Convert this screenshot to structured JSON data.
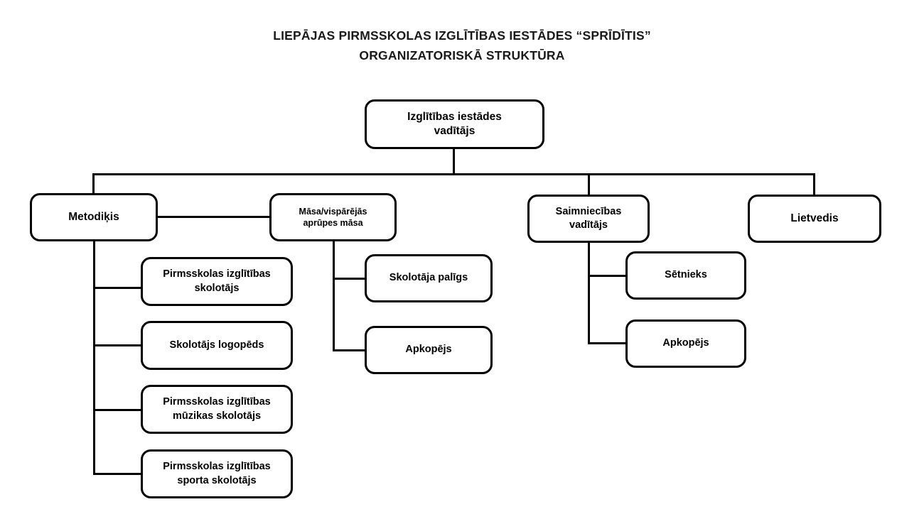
{
  "title": {
    "line1": "LIEPĀJAS PIRMSSKOLAS IZGLĪTĪBAS IESTĀDES “SPRĪDĪTIS”",
    "line2": "ORGANIZATORISKĀ STRUKTŪRA"
  },
  "colors": {
    "box_border": "#000000",
    "box_fill": "#ffffff",
    "connector": "#000000",
    "text": "#000000",
    "background": "#ffffff"
  },
  "chart_data": {
    "type": "diagram",
    "subtype": "organizational-chart",
    "title": "LIEPĀJAS PIRMSSKOLAS IZGLĪTĪBAS IESTĀDES “SPRĪDĪTIS” ORGANIZATORISKĀ STRUKTŪRA",
    "orientation": "top-down",
    "levels": 3,
    "node_count": 13,
    "nodes": [
      {
        "id": "vaditajs",
        "label": "Izglītības iestādes vadītājs",
        "level": 0
      },
      {
        "id": "metodikis",
        "label": "Metodiķis",
        "level": 1,
        "parent": "vaditajs"
      },
      {
        "id": "masa",
        "label": "Māsa/vispārējās aprūpes māsa",
        "level": 1,
        "parent": "metodikis"
      },
      {
        "id": "saimniecibas",
        "label": "Saimniecības vadītājs",
        "level": 1,
        "parent": "vaditajs"
      },
      {
        "id": "lietvedis",
        "label": "Lietvedis",
        "level": 1,
        "parent": "vaditajs"
      },
      {
        "id": "pirmsskolas-skolotajs",
        "label": "Pirmsskolas izglītības skolotājs",
        "level": 2,
        "parent": "metodikis"
      },
      {
        "id": "logopeds",
        "label": "Skolotājs logopēds",
        "level": 2,
        "parent": "metodikis"
      },
      {
        "id": "muzikas-skolotajs",
        "label": "Pirmsskolas izglītības mūzikas skolotājs",
        "level": 2,
        "parent": "metodikis"
      },
      {
        "id": "sporta-skolotajs",
        "label": "Pirmsskolas izglītības sporta skolotājs",
        "level": 2,
        "parent": "metodikis"
      },
      {
        "id": "skolotaja-paligs",
        "label": "Skolotāja palīgs",
        "level": 2,
        "parent": "masa"
      },
      {
        "id": "apkopejs-masa",
        "label": "Apkopējs",
        "level": 2,
        "parent": "masa"
      },
      {
        "id": "setnieks",
        "label": "Sētnieks",
        "level": 2,
        "parent": "saimniecibas"
      },
      {
        "id": "apkopejs-saimnieciba",
        "label": "Apkopējs",
        "level": 2,
        "parent": "saimniecibas"
      }
    ],
    "edges": [
      {
        "from": "vaditajs",
        "to": "metodikis"
      },
      {
        "from": "vaditajs",
        "to": "saimniecibas"
      },
      {
        "from": "vaditajs",
        "to": "lietvedis"
      },
      {
        "from": "metodikis",
        "to": "masa"
      },
      {
        "from": "metodikis",
        "to": "pirmsskolas-skolotajs"
      },
      {
        "from": "metodikis",
        "to": "logopeds"
      },
      {
        "from": "metodikis",
        "to": "muzikas-skolotajs"
      },
      {
        "from": "metodikis",
        "to": "sporta-skolotajs"
      },
      {
        "from": "masa",
        "to": "skolotaja-paligs"
      },
      {
        "from": "masa",
        "to": "apkopejs-masa"
      },
      {
        "from": "saimniecibas",
        "to": "setnieks"
      },
      {
        "from": "saimniecibas",
        "to": "apkopejs-saimnieciba"
      }
    ]
  },
  "nodes": {
    "vaditajs": {
      "line1": "Izglītības iestādes",
      "line2": "vadītājs"
    },
    "metodikis": {
      "label": "Metodiķis"
    },
    "masa": {
      "line1": "Māsa/vispārējās",
      "line2": "aprūpes māsa"
    },
    "saimniecibas": {
      "line1": "Saimniecības",
      "line2": "vadītājs"
    },
    "lietvedis": {
      "label": "Lietvedis"
    },
    "pirmsskolas_skolotajs": {
      "line1": "Pirmsskolas izglītības",
      "line2": "skolotājs"
    },
    "logopeds": {
      "label": "Skolotājs logopēds"
    },
    "muzikas_skolotajs": {
      "line1": "Pirmsskolas izglītības",
      "line2": "mūzikas skolotājs"
    },
    "sporta_skolotajs": {
      "line1": "Pirmsskolas izglītības",
      "line2": "sporta skolotājs"
    },
    "skolotaja_paligs": {
      "label": "Skolotāja palīgs"
    },
    "apkopejs_masa": {
      "label": "Apkopējs"
    },
    "setnieks": {
      "label": "Sētnieks"
    },
    "apkopejs_saimnieciba": {
      "label": "Apkopējs"
    }
  }
}
